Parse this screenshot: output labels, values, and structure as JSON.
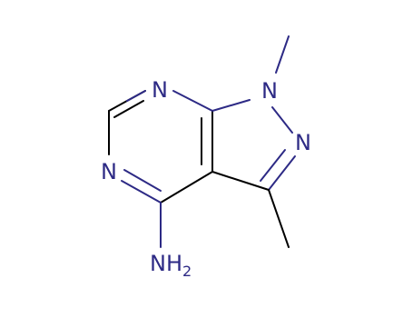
{
  "molecule": {
    "atoms": {
      "n_top": "N",
      "n1": "N",
      "n2": "N",
      "n_left": "N",
      "nh2_main": "NH",
      "nh2_sub": "2"
    },
    "colors": {
      "bond": "#000000",
      "heteroatom": "#2d2a85",
      "background": "#ffffff"
    }
  }
}
